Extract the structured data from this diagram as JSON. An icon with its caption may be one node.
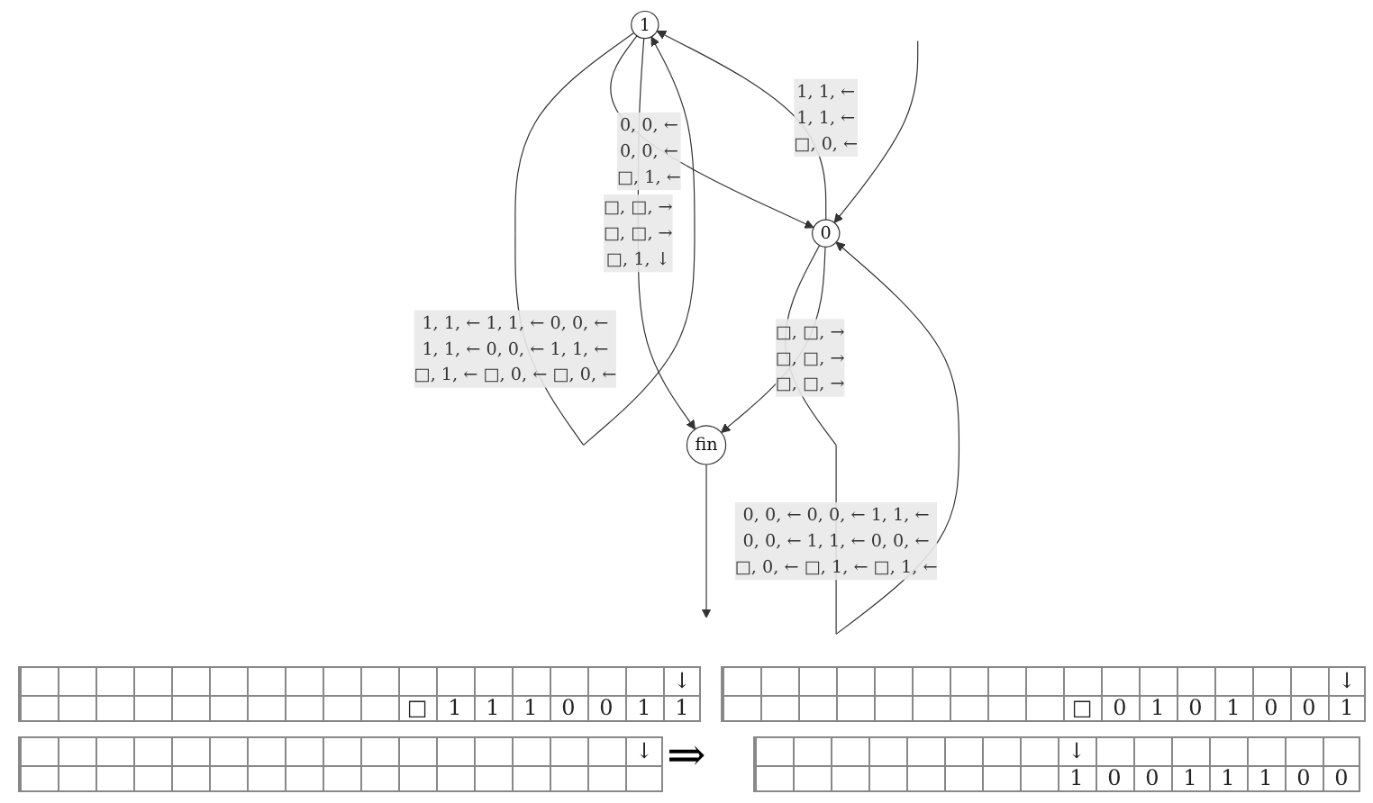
{
  "diagram": {
    "nodes": [
      {
        "text": [
          "1"
        ]
      },
      {
        "text": [
          "0"
        ]
      },
      {
        "text": [
          "fin"
        ]
      }
    ],
    "edges": [
      {
        "from": 0,
        "to": 0,
        "arrow": "to",
        "label": "1, 1, ← 1, 1, ← 0, 0, ← 1, 1, ← 0, 0, ← 1, 1, ← □, 1, ← □, 0, ← □, 0, ←"
      },
      {
        "from": 0,
        "to": 1,
        "arrow": "to",
        "label": "0, 0, ← 0, 0, ← □, 1, ←"
      },
      {
        "from": 1,
        "to": 0,
        "arrow": "to",
        "label": "1, 1, ← 1, 1, ← □, 0, ←"
      },
      {
        "from": 0,
        "to": 2,
        "arrow": "to",
        "label": "□, □, → □, □, → □, 1, ↓"
      },
      {
        "from": null,
        "to": 1,
        "arrow": "to"
      },
      {
        "from": 1,
        "to": 1,
        "arrow": "to",
        "label": "0, 0, ← 0, 0, ← 1, 1, ← 0, 0, ← 1, 1, ← 0, 0, ← □, 0, ← □, 1, ← □, 1, ←"
      },
      {
        "from": 1,
        "to": 2,
        "arrow": "to",
        "label": "□, □, → □, □, → □, □, →"
      },
      {
        "from": 2,
        "to": null,
        "arrow": "to"
      }
    ],
    "labels": [
      "↓",
      "□",
      "1",
      "1",
      "1",
      "0",
      "0",
      "1",
      "1",
      "↓",
      "□",
      "0",
      "1",
      "0",
      "1",
      "0",
      "0",
      "1",
      "↓",
      "⇒",
      "↓",
      "1",
      "0",
      "0",
      "1",
      "1",
      "1",
      "0",
      "0"
    ]
  }
}
